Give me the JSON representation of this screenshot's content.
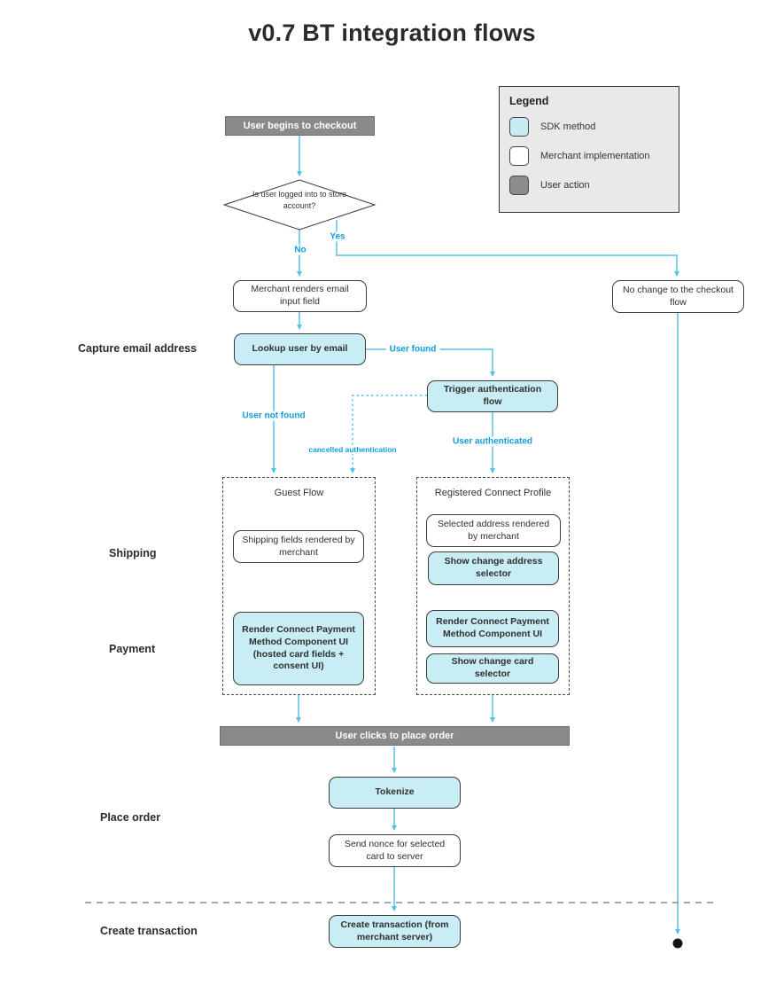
{
  "title": "v0.7 BT integration flows",
  "colors": {
    "sdk_fill": "#c9edf5",
    "merchant_fill": "#ffffff",
    "user_action_fill": "#8a8a8a",
    "connector_blue": "#57c1ea",
    "edge_label_blue": "#0f9ddb",
    "legend_bg": "#e9e9e9"
  },
  "legend": {
    "title": "Legend",
    "items": [
      {
        "label": "SDK method",
        "type": "sdk"
      },
      {
        "label": "Merchant implementation",
        "type": "merchant"
      },
      {
        "label": "User action",
        "type": "user"
      }
    ]
  },
  "stage_labels": {
    "capture_email": "Capture email address",
    "shipping": "Shipping",
    "payment": "Payment",
    "place_order": "Place order",
    "create_transaction": "Create transaction"
  },
  "nodes": {
    "user_begins": "User begins to checkout",
    "login_decision": "Is user logged into to store account?",
    "merchant_renders_email": "Merchant renders email input field",
    "no_change": "No change to the checkout flow",
    "lookup_user": "Lookup user by email",
    "trigger_auth": "Trigger authentication flow",
    "guest_flow_title": "Guest Flow",
    "registered_title": "Registered Connect Profile",
    "shipping_fields": "Shipping fields rendered by merchant",
    "selected_address": "Selected address rendered by merchant",
    "show_change_address": "Show change address selector",
    "render_connect_guest": "Render Connect Payment Method Component UI (hosted card fields + consent UI)",
    "render_connect_registered": "Render Connect Payment Method Component UI",
    "show_change_card": "Show change card selector",
    "user_clicks_place_order": "User clicks to place order",
    "tokenize": "Tokenize",
    "send_nonce": "Send nonce for selected card to server",
    "create_transaction": "Create transaction (from merchant server)"
  },
  "edge_labels": {
    "no": "No",
    "yes": "Yes",
    "user_found": "User found",
    "user_not_found": "User not found",
    "cancelled_authentication": "cancelled authentication",
    "user_authenticated": "User authenticated"
  }
}
